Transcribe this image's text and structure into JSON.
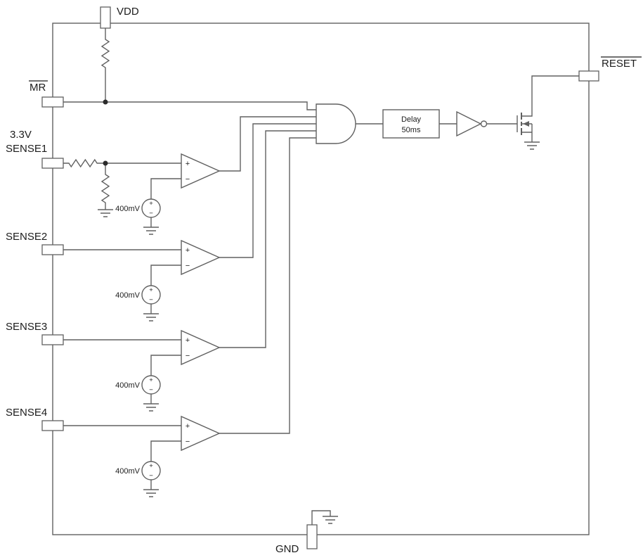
{
  "colors": {
    "line": "#606060",
    "text": "#1c1c1c",
    "background": "#ffffff"
  },
  "pins": {
    "vdd": {
      "label": "VDD"
    },
    "mr": {
      "label": "MR",
      "overline": true
    },
    "sense1": {
      "label": "SENSE1",
      "voltage": "3.3V"
    },
    "sense2": {
      "label": "SENSE2"
    },
    "sense3": {
      "label": "SENSE3"
    },
    "sense4": {
      "label": "SENSE4"
    },
    "reset": {
      "label": "RESET",
      "overline": true
    },
    "gnd": {
      "label": "GND"
    }
  },
  "comparators": [
    {
      "ref": "400mV"
    },
    {
      "ref": "400mV"
    },
    {
      "ref": "400mV"
    },
    {
      "ref": "400mV"
    }
  ],
  "delay_block": {
    "line1": "Delay",
    "line2": "50ms"
  },
  "symbols": {
    "plus": "+",
    "minus": "−"
  }
}
